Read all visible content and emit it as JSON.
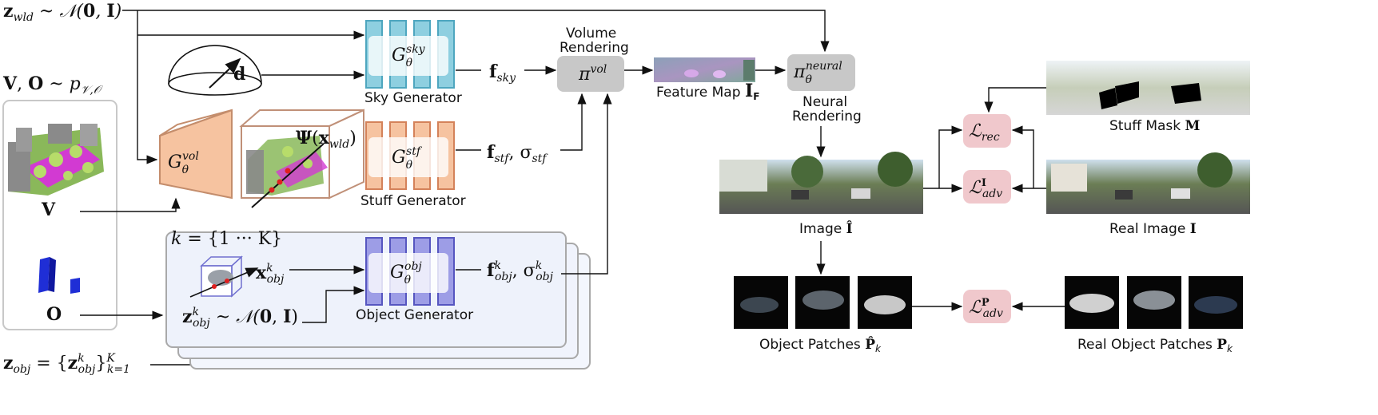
{
  "inputs": {
    "z_world": "z_wld ~ N(0, I)",
    "vo_prior": "V, O ~ p_V,O",
    "v_label": "V",
    "o_label": "O",
    "z_obj_set": "z_obj = {z^k_obj}^K_k=1",
    "dir_label": "d",
    "psi_label": "Ψ(x_wld)"
  },
  "generators": {
    "vol": "G^vol_θ",
    "sky": "G^sky_θ",
    "stuff": "G^stf_θ",
    "object": "G^obj_θ",
    "sky_caption": "Sky Generator",
    "stuff_caption": "Stuff Generator",
    "object_caption": "Object Generator"
  },
  "features": {
    "sky": "f_sky",
    "stuff": "f_stf, σ_stf",
    "object": "f^k_obj, σ^k_obj"
  },
  "object_branch": {
    "k_range": "k = {1 ··· K}",
    "x_obj": "x^k_obj",
    "z_obj": "z^k_obj ~ N(0, I)"
  },
  "rendering": {
    "volume_title": "Volume Rendering",
    "volume_op": "π^vol",
    "feature_map": "Feature Map I_F",
    "neural_op": "π^neural_θ",
    "neural_title": "Neural Rendering"
  },
  "outputs": {
    "image": "Image Î",
    "real_image": "Real Image I",
    "stuff_mask": "Stuff Mask M",
    "object_patches": "Object Patches P̂_k",
    "real_object_patches": "Real Object Patches P_k"
  },
  "losses": {
    "rec": "L_rec",
    "adv_image": "L^I_adv",
    "adv_patch": "L^P_adv"
  },
  "colors": {
    "sky": "#8ecfe0",
    "stuff": "#f6c3a0",
    "object": "#7e7ed6",
    "loss": "#f0c8cc",
    "render": "#c8c8c8"
  }
}
